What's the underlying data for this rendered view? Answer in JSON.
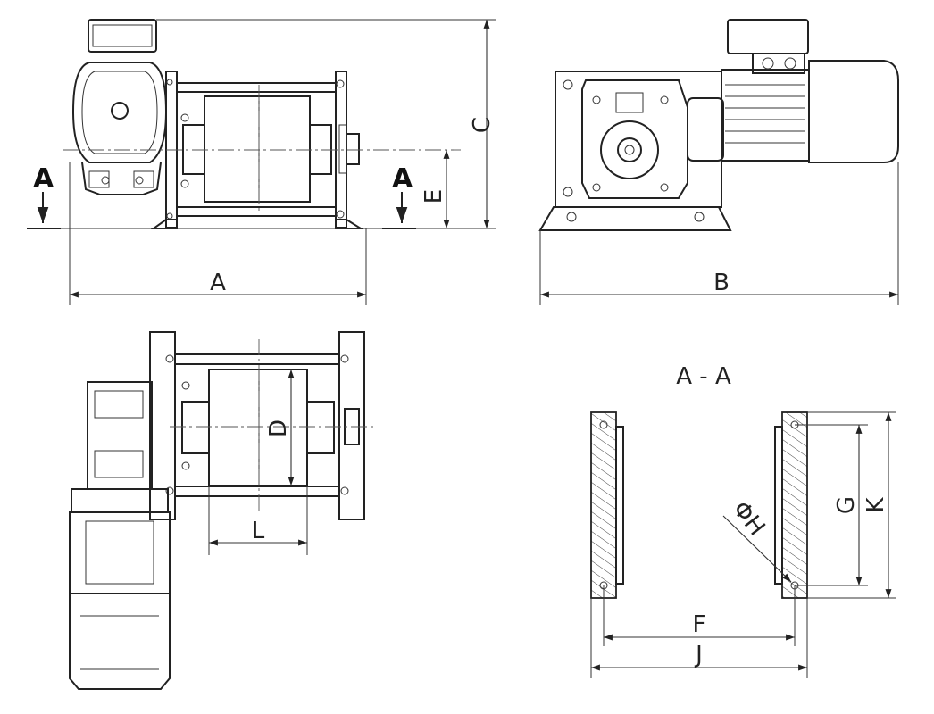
{
  "labels": {
    "section_mark": "A",
    "dim_a": "A",
    "dim_b": "B",
    "dim_c": "C",
    "dim_e": "E",
    "dim_d": "D",
    "dim_l": "L",
    "section_title": "A - A",
    "dim_f": "F",
    "dim_j": "J",
    "dim_g": "G",
    "dim_k": "K",
    "dim_h": "ΦH"
  }
}
